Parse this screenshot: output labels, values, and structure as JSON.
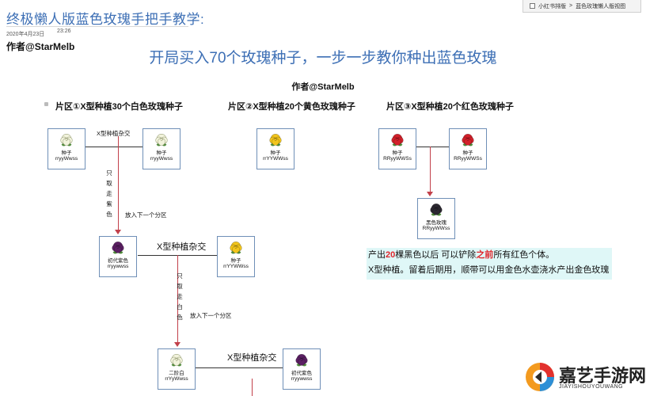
{
  "header": {
    "title": "终极懒人版蓝色玫瑰手把手教学:",
    "date": "2020年4月23日",
    "time": "23:26",
    "author": "作者@StarMelb"
  },
  "view_bar": {
    "app": "小红书排版",
    "separator": ">",
    "view": "蓝色玫瑰懒人版视图"
  },
  "headline": "开局买入70个玫瑰种子，一步一步教你种出蓝色玫瑰",
  "author_center": "作者@StarMelb",
  "zones": [
    {
      "title": "片区①X型种植30个白色玫瑰种子"
    },
    {
      "title": "片区②X型种植20个黄色玫瑰种子"
    },
    {
      "title": "片区③X型种植20个红色玫瑰种子"
    }
  ],
  "colors": {
    "white_rose": "#f2f3dc",
    "yellow_rose": "#f2c51c",
    "red_rose": "#d3202a",
    "purple_rose": "#5b1f63",
    "black_rose": "#2b2730",
    "arrow": "#c2404a",
    "card_border": "#6f8fb7",
    "highlight": "#e0262c",
    "result_bg": "#dff7f7"
  },
  "cards": {
    "z1_left": {
      "line1": "种子",
      "line2": "rryyWwss",
      "rose": "white_rose",
      "icon": "white-rose-icon"
    },
    "z1_right": {
      "line1": "种子",
      "line2": "rryyWwss",
      "rose": "white_rose",
      "icon": "white-rose-icon"
    },
    "z2": {
      "line1": "种子",
      "line2": "rrYYWWss",
      "rose": "yellow_rose",
      "icon": "yellow-rose-icon"
    },
    "z3_left": {
      "line1": "种子",
      "line2": "RRyyWWSs",
      "rose": "red_rose",
      "icon": "red-rose-icon"
    },
    "z3_right": {
      "line1": "种子",
      "line2": "RRyyWWSs",
      "rose": "red_rose",
      "icon": "red-rose-icon"
    },
    "z3_black": {
      "line1": "黑色玫瑰",
      "line2": "RRyyWWss",
      "rose": "black_rose",
      "icon": "black-rose-icon"
    },
    "s2_purple": {
      "line1": "初代紫色",
      "line2": "rryywwss",
      "rose": "purple_rose",
      "icon": "purple-rose-icon"
    },
    "s2_yellow": {
      "line1": "种子",
      "line2": "rrYYWWss",
      "rose": "yellow_rose",
      "icon": "yellow-rose-icon"
    },
    "s3_white2": {
      "line1": "二阶白",
      "line2": "rrYyWwss",
      "rose": "white_rose",
      "icon": "white-rose-icon"
    },
    "s3_purple": {
      "line1": "初代紫色",
      "line2": "rryywwss",
      "rose": "purple_rose",
      "icon": "purple-rose-icon"
    }
  },
  "labels": {
    "cross_small": "X型种植杂交",
    "cross_big": "X型种植杂交",
    "only_take_purple": [
      "只",
      "取",
      "走",
      "紫",
      "色"
    ],
    "only_take_white": [
      "只",
      "取",
      "走",
      "白",
      "色"
    ],
    "move_next_zone": "放入下一个分区"
  },
  "result": {
    "line1_prefix": "产出",
    "line1_num": "20",
    "line1_mid": "棵黑色以后 可以铲除",
    "line1_hl": "之前",
    "line1_suffix": "所有红色个体。",
    "line2": "X型种植。留着后期用，顺带可以用金色水壶浇水产出金色玫瑰"
  },
  "logo": {
    "name": "嘉艺手游网",
    "sub": "JIAYISHOUYOUWANG"
  }
}
